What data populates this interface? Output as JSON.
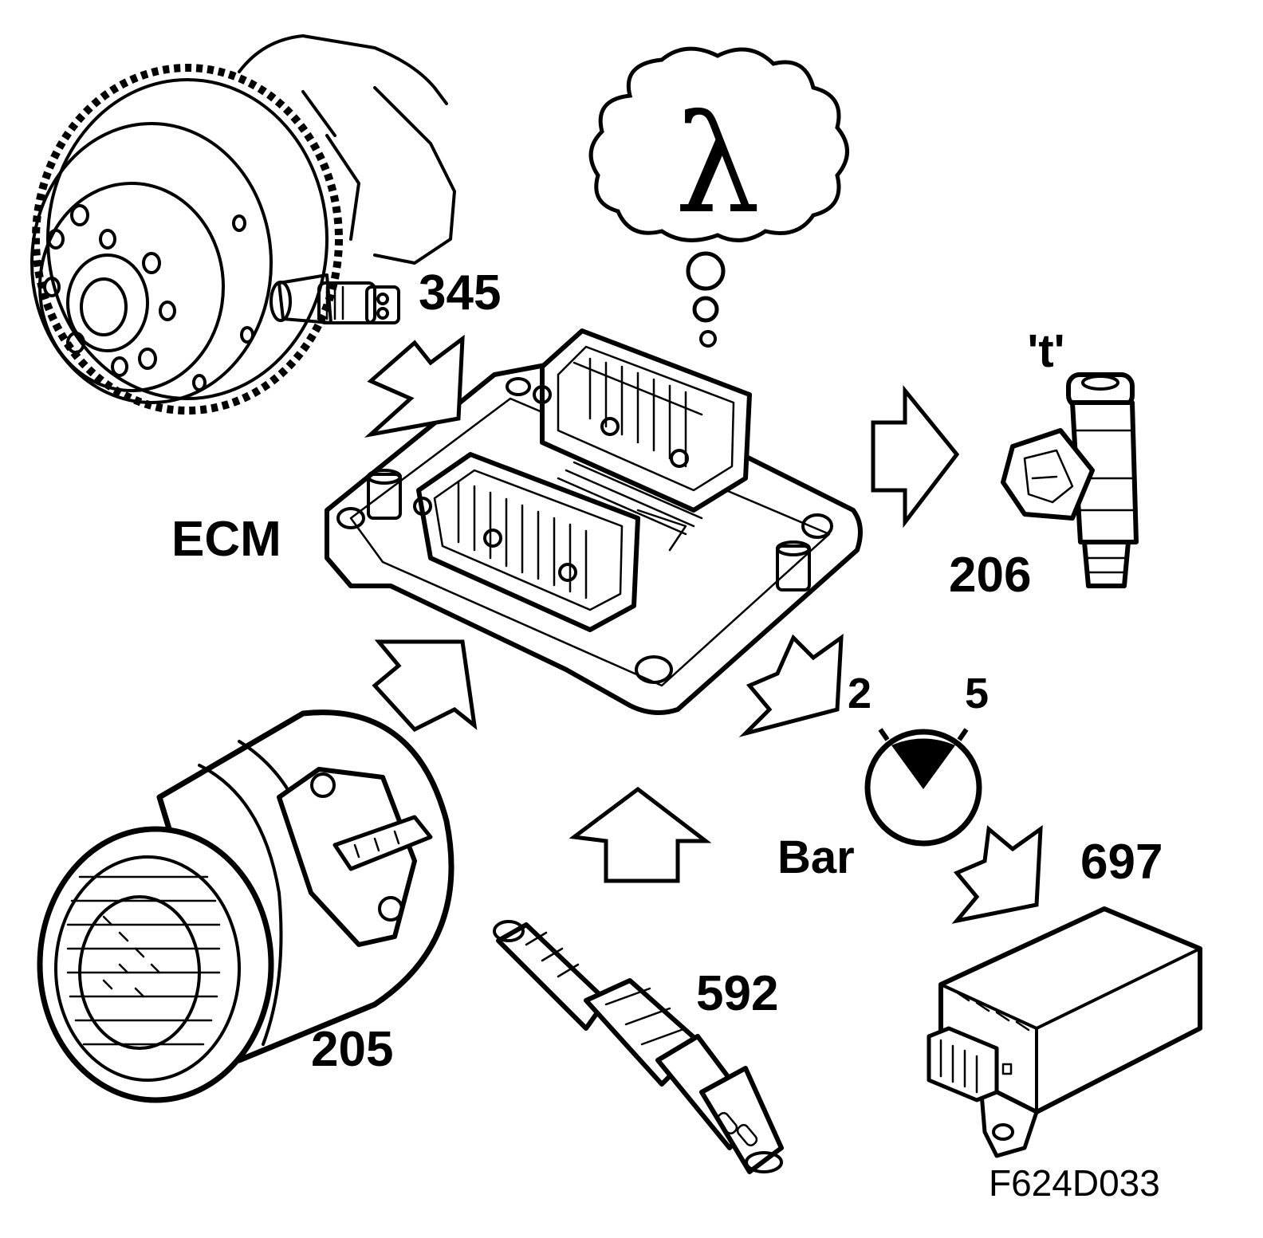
{
  "labels": {
    "ecm": "ECM",
    "crank_sensor": "345",
    "injector": "206",
    "injection_time": "'t'",
    "maf_sensor": "205",
    "oxygen_sensor": "592",
    "pressure_module": "697",
    "pressure_unit": "Bar",
    "gauge_low": "2",
    "gauge_high": "5",
    "lambda_symbol": "λ",
    "figure_code": "F624D033"
  }
}
